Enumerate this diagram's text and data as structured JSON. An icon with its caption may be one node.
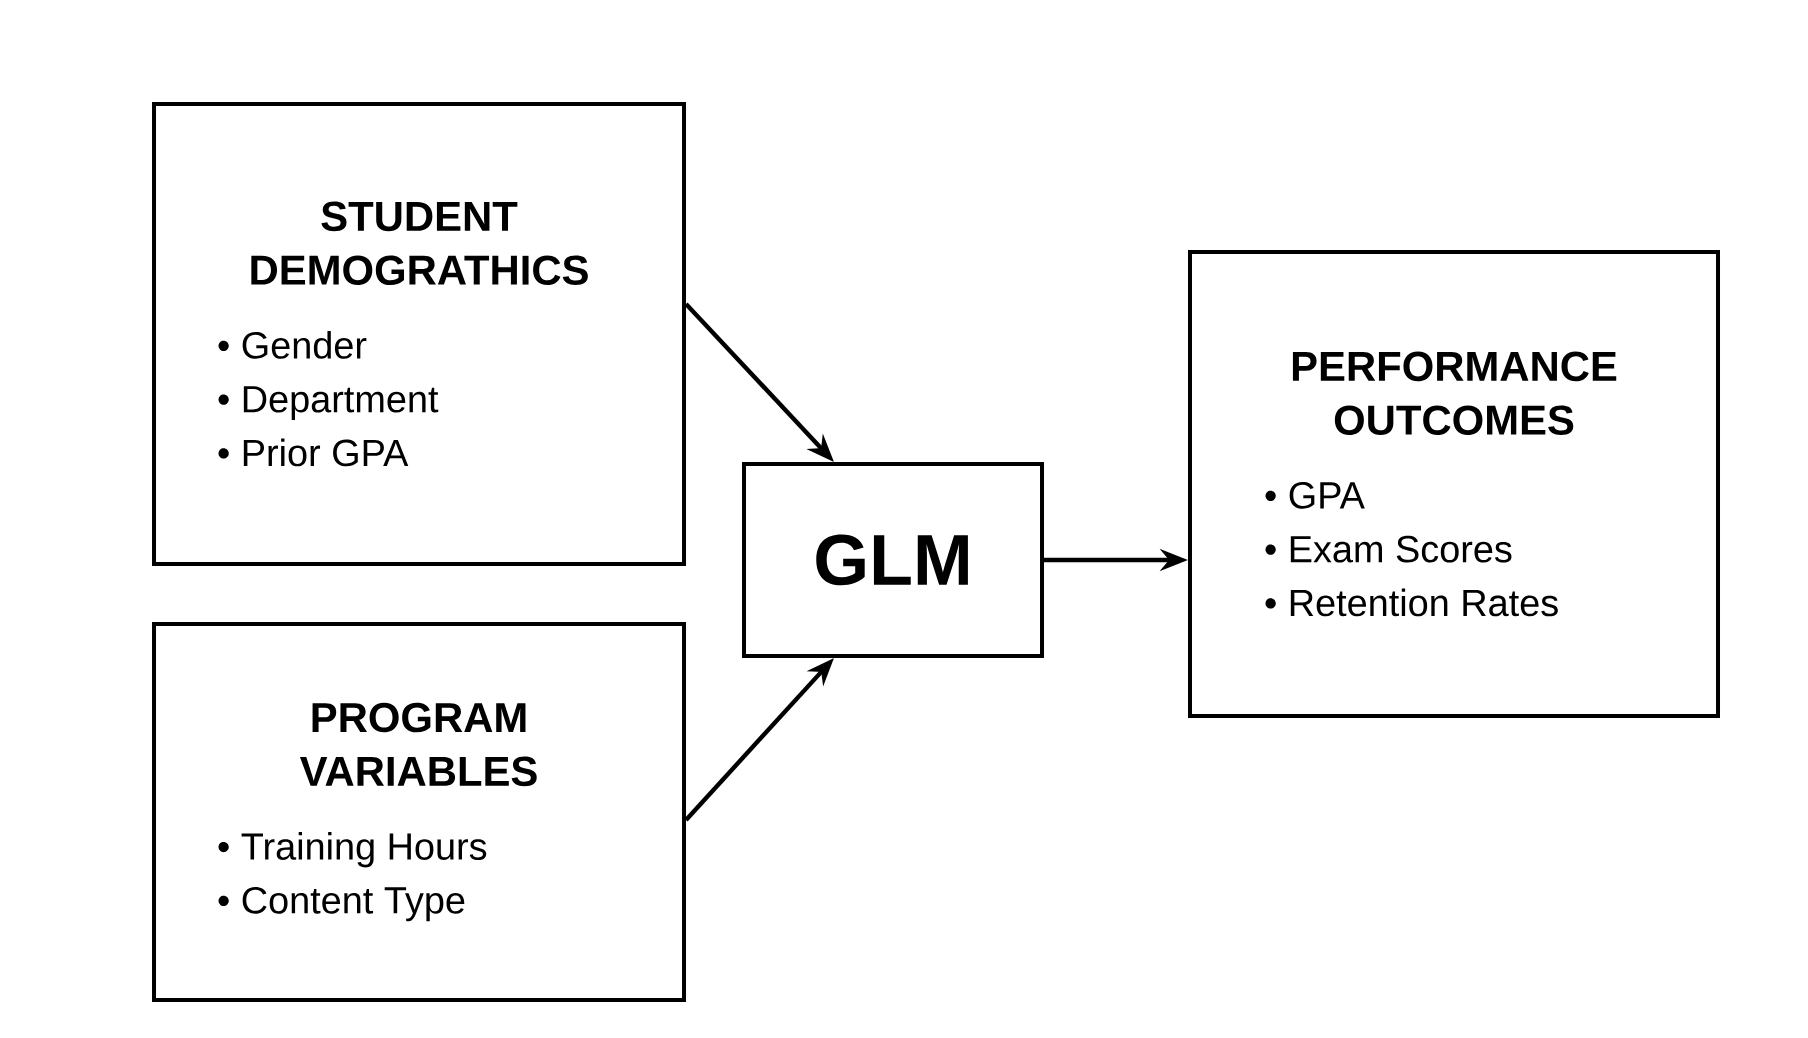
{
  "diagram": {
    "nodes": [
      {
        "text": [
          "STUDENT DEMOGRATHICS",
          "• Gender",
          "• Department",
          "• Prior GPA"
        ]
      },
      {
        "text": [
          "PROGRAM VARIABLES",
          "• Training Hours",
          "• Content Type"
        ]
      },
      {
        "text": [
          "GLM"
        ]
      },
      {
        "text": [
          "PERFORMANCE OUTCOMES",
          "• GPA",
          "• Exam Scores",
          "• Retention Rates"
        ]
      }
    ],
    "edges": [
      {
        "from": 0,
        "to": 2,
        "arrow": "to"
      },
      {
        "from": 1,
        "to": 2,
        "arrow": "to"
      },
      {
        "from": 2,
        "to": 3,
        "arrow": "to"
      }
    ]
  }
}
